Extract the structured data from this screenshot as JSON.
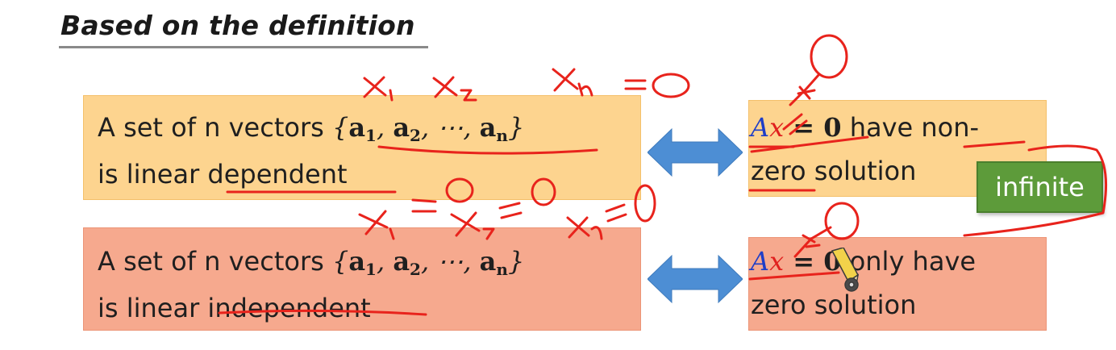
{
  "slide": {
    "heading": "Based on the definition",
    "dependent": {
      "left_prefix": "A set of n vectors ",
      "set_open": "{",
      "a": "a",
      "sub1": "1",
      "sub2": "2",
      "subn": "n",
      "comma": ", ",
      "dots": "⋯",
      "set_close": "}",
      "line2_prefix": "is linear ",
      "keyword": "dependent",
      "right_A": "A",
      "right_x": "x",
      "right_eq": " = 𝟎",
      "right_text1": " have non-",
      "right_text2": "zero solution"
    },
    "independent": {
      "left_prefix": "A set of n vectors ",
      "set_open": "{",
      "a": "a",
      "sub1": "1",
      "sub2": "2",
      "subn": "n",
      "comma": ", ",
      "dots": "⋯",
      "set_close": "}",
      "line2_prefix": "is linear ",
      "keyword": "independent",
      "right_A": "A",
      "right_x": "x",
      "right_eq": " = 𝟎",
      "right_text1": " only have",
      "right_text2": "zero solution"
    },
    "badge": "infinite"
  },
  "colors": {
    "dependent_box": "#fdd48f",
    "independent_box": "#f6a98e",
    "arrow": "#4d8ed4",
    "ink": "#e8231c",
    "badge": "#5d9b3a"
  },
  "icons": {
    "arrow": "double-arrow-icon",
    "pencil": "pencil-cursor-icon"
  }
}
